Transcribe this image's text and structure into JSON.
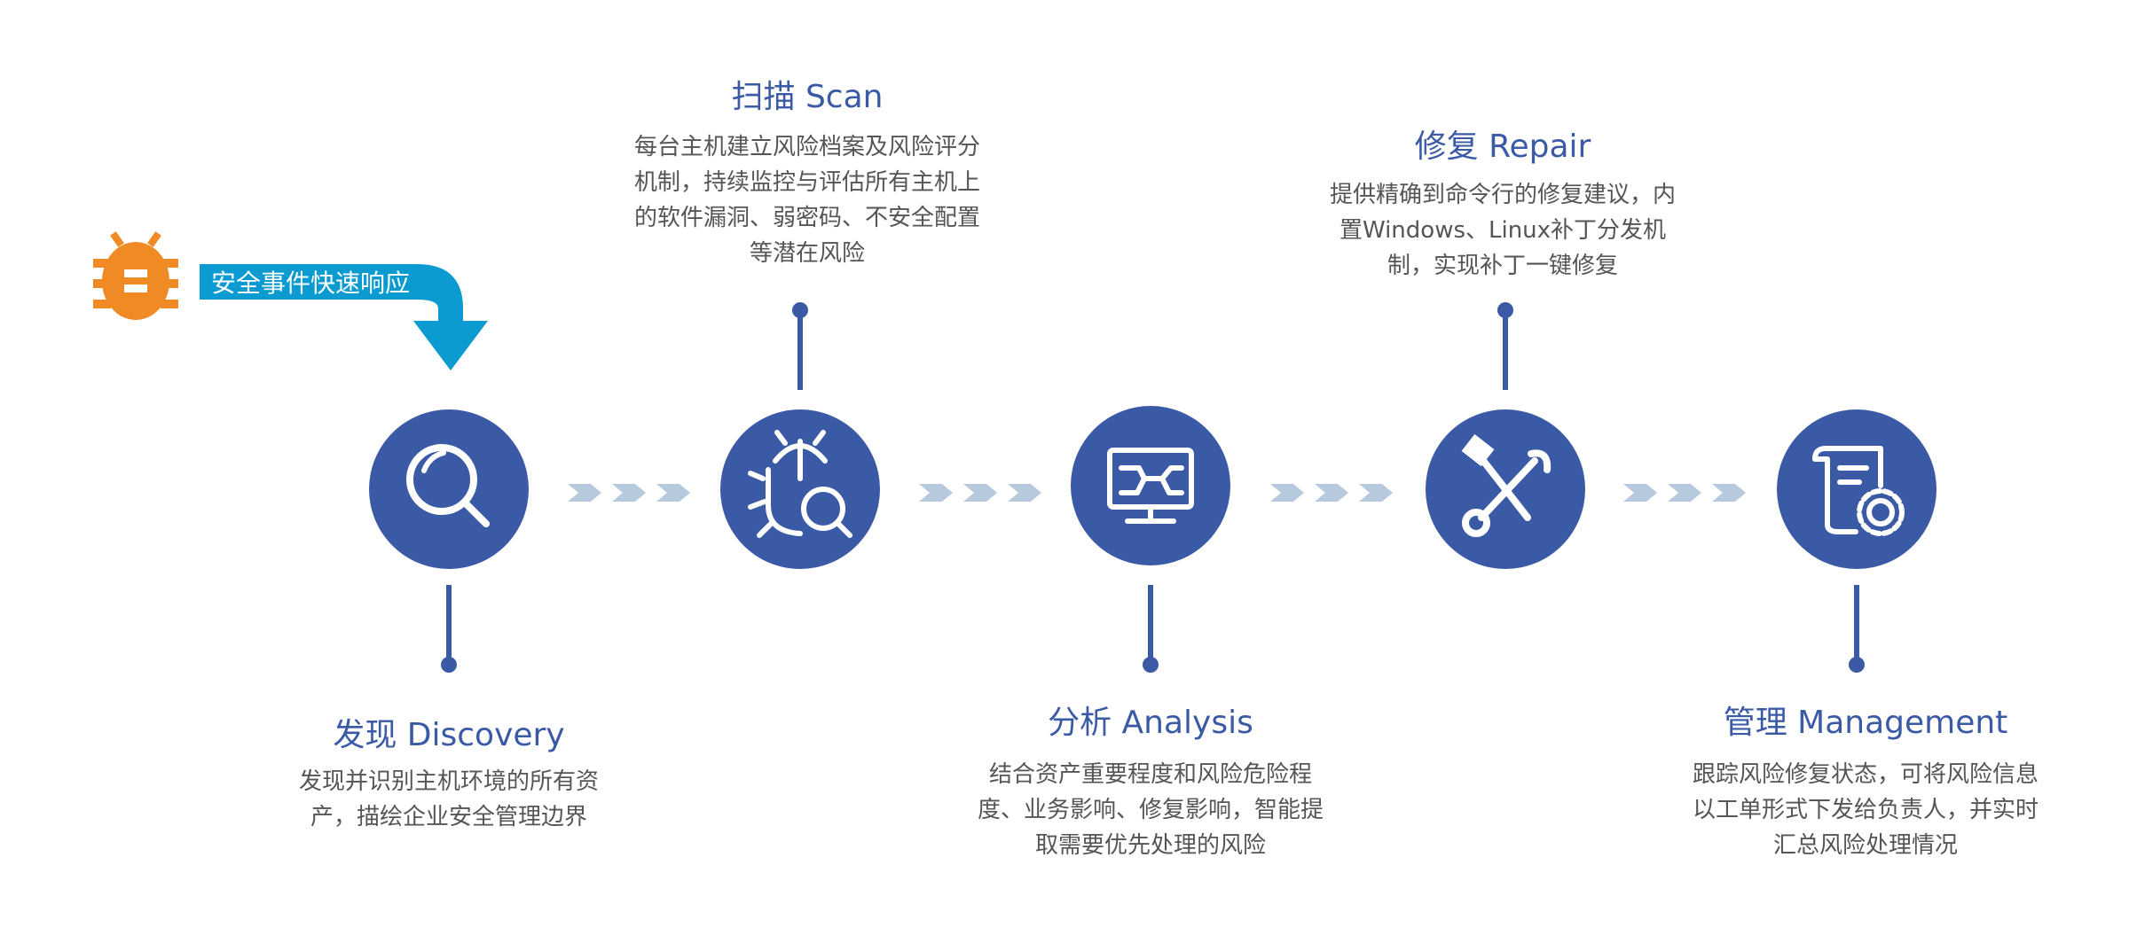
{
  "badge": {
    "label": "安全事件快速响应"
  },
  "steps": [
    {
      "title": "发现 Discovery",
      "desc": "发现并识别主机环境的所有资产，描绘企业安全管理边界",
      "icon": "magnifier-icon"
    },
    {
      "title": "扫描 Scan",
      "desc": "每台主机建立风险档案及风险评分机制，持续监控与评估所有主机上的软件漏洞、弱密码、不安全配置等潜在风险",
      "icon": "bug-scan-icon"
    },
    {
      "title": "分析 Analysis",
      "desc": "结合资产重要程度和风险危险程度、业务影响、修复影响，智能提取需要优先处理的风险",
      "icon": "monitor-analysis-icon"
    },
    {
      "title": "修复 Repair",
      "desc": "提供精确到命令行的修复建议，内置Windows、Linux补丁分发机制，实现补丁一键修复",
      "icon": "wrench-screwdriver-icon"
    },
    {
      "title": "管理 Management",
      "desc": "跟踪风险修复状态，可将风险信息以工单形式下发给负责人，并实时汇总风险处理情况",
      "icon": "document-gear-icon"
    }
  ],
  "colors": {
    "circle": "#3b5aa6",
    "chevron": "#b7c9dc",
    "badge": "#0b9bd1",
    "bug": "#f08a24"
  }
}
